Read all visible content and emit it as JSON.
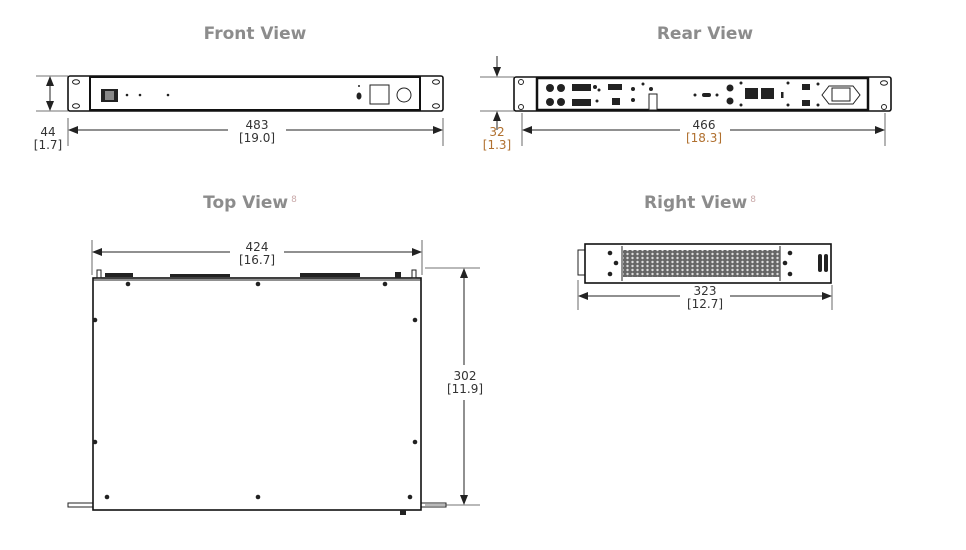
{
  "views": {
    "front": {
      "title": "Front View",
      "height_mm": "44",
      "height_in": "[1.7]",
      "width_mm": "483",
      "width_in": "[19.0]"
    },
    "rear": {
      "title": "Rear View",
      "height_mm": "32",
      "height_in": "[1.3]",
      "width_mm": "466",
      "width_in": "[18.3]"
    },
    "top": {
      "title": "Top View",
      "note": "8",
      "width_mm": "424",
      "width_in": "[16.7]",
      "depth_mm": "302",
      "depth_in": "[11.9]"
    },
    "right": {
      "title": "Right View",
      "note": "8",
      "depth_mm": "323",
      "depth_in": "[12.7]"
    }
  },
  "colors": {
    "title": "#8c8c8c",
    "line": "#222222",
    "accent": "#b0702f"
  }
}
